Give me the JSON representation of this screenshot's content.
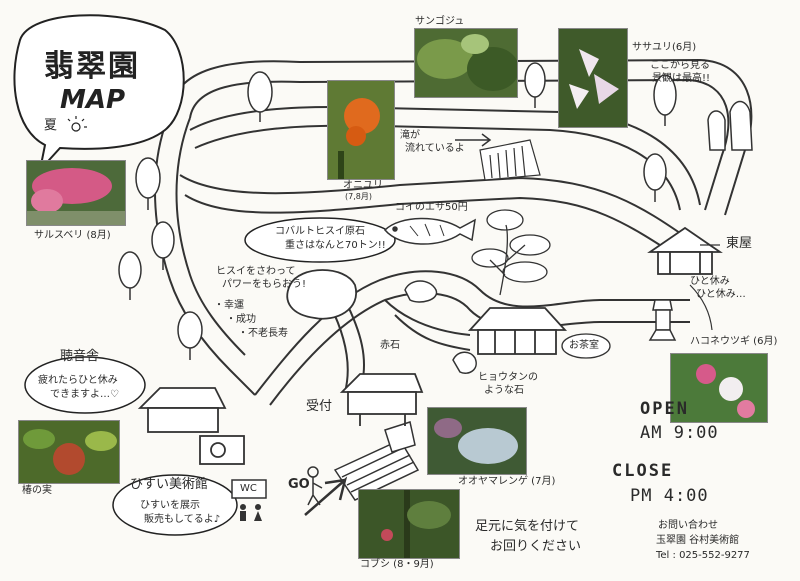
{
  "map": {
    "title_kanji": "翡翠園",
    "title_map": "MAP",
    "season": "夏",
    "lookout": {
      "text_1": "ここから見る",
      "text_2": "景観は最高!!"
    },
    "waterfall": {
      "text_1": "滝が",
      "text_2": "流れているよ"
    },
    "koi": {
      "label": "コイのエサ50円"
    },
    "stone": {
      "text_1": "コバルトヒスイ原石",
      "text_2": "重さはなんと70トン!!"
    },
    "stone_touch": {
      "text_1": "ヒスイをさわって",
      "text_2": "パワーをもらおう!"
    },
    "blessings": [
      "・幸運",
      "・成功",
      "・不老長寿"
    ],
    "azumaya": {
      "label": "東屋",
      "rest_1": "ひと休み",
      "rest_2": "ひと休み…"
    },
    "ochashitsu": {
      "label": "お茶室"
    },
    "akaishi": {
      "label": "赤石"
    },
    "hyoutan_stone": {
      "text_1": "ヒョウタンの",
      "text_2": "ような石"
    },
    "chouonsha": {
      "label": "聴音舎",
      "text_1": "疲れたらひと休み",
      "text_2": "できますよ…♡"
    },
    "uketsuke": {
      "label": "受付"
    },
    "museum": {
      "label": "ひすい美術館",
      "text_1": "ひすいを展示",
      "text_2": "販売もしてるよ♪"
    },
    "wc": {
      "label": "WC"
    },
    "go": {
      "label": "GO"
    },
    "hours": {
      "open_label": "OPEN",
      "open_time": "AM 9:00",
      "close_label": "CLOSE",
      "close_time": "PM 4:00"
    },
    "caution": {
      "text_1": "足元に気を付けて",
      "text_2": "お回りください"
    },
    "contact": {
      "heading": "お問い合わせ",
      "org": "玉翠園 谷村美術館",
      "tel": "Tel : 025-552-9277"
    },
    "photos": {
      "sangoju": "サンゴジュ",
      "sasayuri": "ササユリ(6月)",
      "oniyuri_1": "オニユリ",
      "oniyuri_2": "(7,8月)",
      "sarusuberi": "サルスベリ (8月)",
      "hakone": "ハコネウツギ (6月)",
      "otafuku": "オオヤマレンゲ (7月)",
      "koboshi": "コブシ (8・9月)",
      "tsubaki": "椿の実"
    }
  }
}
